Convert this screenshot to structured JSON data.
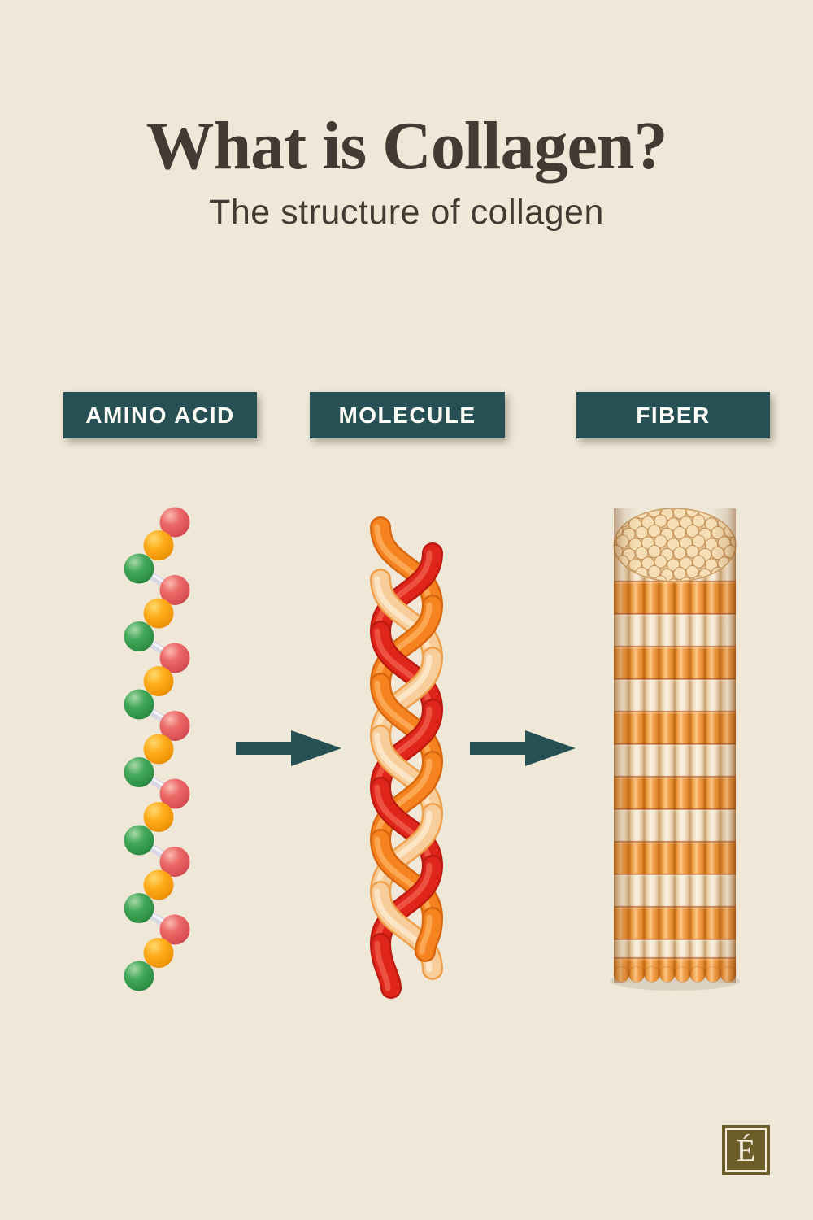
{
  "header": {
    "title": "What is Collagen?",
    "subtitle": "The structure of collagen"
  },
  "stages": [
    {
      "label": "AMINO ACID"
    },
    {
      "label": "MOLECULE"
    },
    {
      "label": "FIBER"
    }
  ],
  "logo": {
    "letter": "É"
  },
  "colors": {
    "background": "#EFE8D9",
    "ink": "#453A33",
    "accent_teal": "#265054",
    "label_text": "#FBFAF4",
    "bead_red": "#EC6A68",
    "bead_yellow": "#FFAD1C",
    "bead_green": "#43A85A",
    "bead_rod": "#D8D7E4",
    "rope_orange": "#F5831F",
    "rope_red": "#E0261C",
    "rope_cream": "#F8CD9C",
    "fiber_orange": "#F2A04E",
    "fiber_cream": "#F5E8D2",
    "logo_olive": "#6B5E27",
    "logo_letter": "#F4EFE2"
  }
}
